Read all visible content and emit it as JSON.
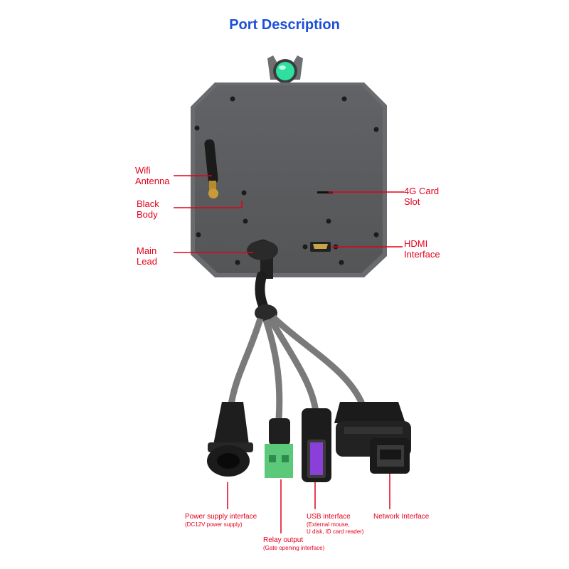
{
  "title": "Port Description",
  "labels": {
    "wifi_antenna": [
      "Wifi",
      "Antenna"
    ],
    "black_body": [
      "Black",
      "Body"
    ],
    "main_lead": [
      "Main",
      "Lead"
    ],
    "card_slot": [
      "4G Card",
      "Slot"
    ],
    "hdmi": [
      "HDMI",
      "Interface"
    ],
    "power": {
      "main": "Power supply interface",
      "sub": "(DC12V power supply)"
    },
    "relay": {
      "main": "Relay output",
      "sub": "(Gate opening interface)"
    },
    "usb": {
      "main": "USB interface",
      "sub1": "(External mouse,",
      "sub2": "U disk, ID card reader)"
    },
    "network": {
      "main": "Network Interface"
    }
  },
  "colors": {
    "title": "#1d4fd8",
    "label": "#e3001b",
    "body": "#58595b",
    "indicator": "#2de0a0",
    "usb_port": "#8b3fd9",
    "terminal": "#5cc87a"
  }
}
